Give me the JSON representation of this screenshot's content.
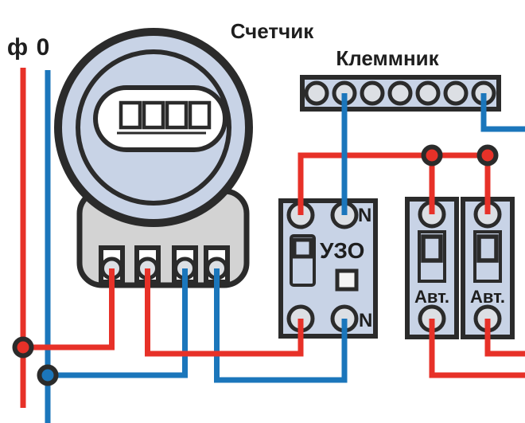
{
  "diagram": {
    "labels": {
      "phase": "ф",
      "neutral": "0",
      "meter": "Счетчик",
      "terminal_block": "Клеммник",
      "rcd": "УЗО",
      "rcd_neutral_top": "N",
      "rcd_neutral_bottom": "N",
      "breaker_left": "Авт.",
      "breaker_right": "Авт."
    },
    "colors": {
      "phase_wire": "#e73128",
      "neutral_wire": "#1b76bb",
      "component_fill": "#c8d3e6",
      "outline": "#2b2b2b",
      "base_fill": "#d3d3d3",
      "contact_fill": "#dcdfe4",
      "label_color": "#1e1e1e",
      "background": "#ffffff"
    },
    "components": {
      "meter": {
        "display_digit_windows": 4,
        "terminals": 4
      },
      "terminal_block": {
        "contacts": 7
      },
      "rcd": {
        "terminals": 4,
        "has_test_button": true
      },
      "breakers": {
        "count": 2
      },
      "junctions": {
        "phase_dots": 3,
        "neutral_dots": 1
      }
    }
  }
}
